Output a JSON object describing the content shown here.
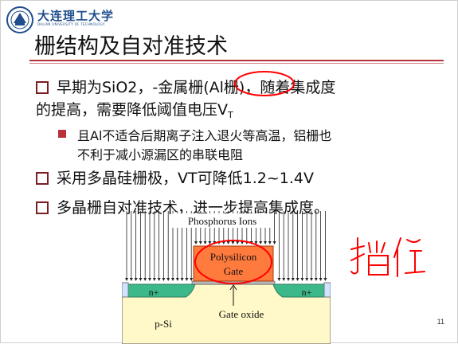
{
  "header": {
    "school_cn": "大连理工大学",
    "school_en": "DALIAN UNIVERSITY OF TECHNOLOGY"
  },
  "slide": {
    "title": "栅结构及自对准技术",
    "bullets": [
      {
        "text_a": "早期为SiO2，-金属栅(Al栅)，随着集成度",
        "text_b": "的提高，需要降低阈值电压V",
        "text_b_sub": "T"
      },
      {
        "sub_a": "且Al不适合后期离子注入退火等高温，铝栅也",
        "sub_b": "不利于减小源漏区的串联电阻"
      },
      {
        "text": "采用多晶硅栅极，VT可降低1.2~1.4V"
      },
      {
        "text": "多晶栅自对准技术，进一步提高集成度。"
      }
    ],
    "page_number": "11"
  },
  "diagram": {
    "ions_label": "Phosphorus Ions",
    "gate_label_1": "Polysilicon",
    "gate_label_2": "Gate",
    "n_plus_left": "n+",
    "n_plus_right": "n+",
    "oxide_label": "Gate oxide",
    "substrate_label": "p-Si"
  },
  "handwriting": "挡住",
  "colors": {
    "accent": "#b8323c",
    "gate_fill": "#ff7a3d",
    "n_region": "#3cb88a",
    "substrate": "#fff8c8",
    "annotation": "#ff0000"
  }
}
